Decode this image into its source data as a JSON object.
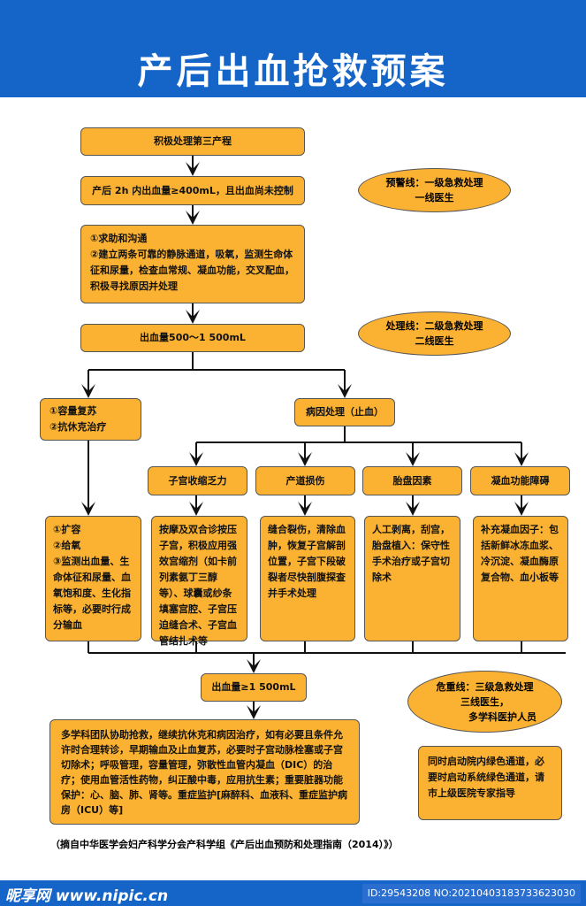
{
  "title": "产后出血抢救预案",
  "flow": {
    "step1": "积极处理第三产程",
    "step2": "产后 2h 内出血量≥400mL，且出血尚未控制",
    "step3_lines": [
      "①求助和沟通",
      "②建立两条可靠的静脉通道，吸氧，监测生命体征和尿量，检查血常规、凝血功能，交叉配血，积极寻找原因并处理"
    ],
    "step4": "出血量500～1 500mL",
    "left_box": [
      "①容量复苏",
      "②抗休克治疗"
    ],
    "cause": "病因处理（止血）",
    "causes": [
      "子宫收缩乏力",
      "产道损伤",
      "胎盘因素",
      "凝血功能障碍"
    ],
    "left_detail": [
      "①扩容",
      "②给氧",
      "③监测出血量、生命体征和尿量、血氧饱和度、生化指标等，必要时行成分输血"
    ],
    "details": [
      "按摩及双合诊按压子宫，积极应用强效宫缩剂（如卡前列素氨丁三醇等）、球囊或纱条填塞宫腔、子宫压迫缝合术、子宫血管结扎术等",
      "缝合裂伤，清除血肿，恢复子宫解剖位置，子宫下段破裂者尽快剖腹探查并手术处理",
      "人工剥离，刮宫，胎盘植入：保守性手术治疗或子宫切除术",
      "补充凝血因子：包括新鲜冰冻血浆、冷沉淀、凝血酶原复合物、血小板等"
    ],
    "step5": "出血量≥1 500mL",
    "final": "多学科团队协助抢救，继续抗休克和病因治疗，如有必要且条件允许时合理转诊，早期输血及止血复苏，必要时子宫动脉栓塞或子宫切除术；呼吸管理，容量管理，弥散性血管内凝血（DIC）的治疗；使用血管活性药物，纠正酸中毒，应用抗生素；重要脏器功能保护：心、脑、肺、肾等。重症监护[麻醉科、血液科、重症监护病房（ICU）等]",
    "green": "同时启动院内绿色通道，必要时启动系统绿色通道，请市上级医院专家指导"
  },
  "alerts": [
    {
      "l1": "预警线：一级急救处理",
      "l2": "一线医生"
    },
    {
      "l1": "处理线：二级急救处理",
      "l2": "二线医生"
    },
    {
      "l1": "危重线：三级急救处理",
      "l2": "三线医生，",
      "l3": "多学科医护人员"
    }
  ],
  "citation": "（摘自中华医学会妇产科学分会产科学组《产后出血预防和处理指南（2014）》）",
  "footer": {
    "logo": "昵享网 www.nipic.cn",
    "id": "ID:29543208 NO:20210403183733623030"
  },
  "colors": {
    "blue": "#1565c8",
    "box": "#fbb232"
  }
}
